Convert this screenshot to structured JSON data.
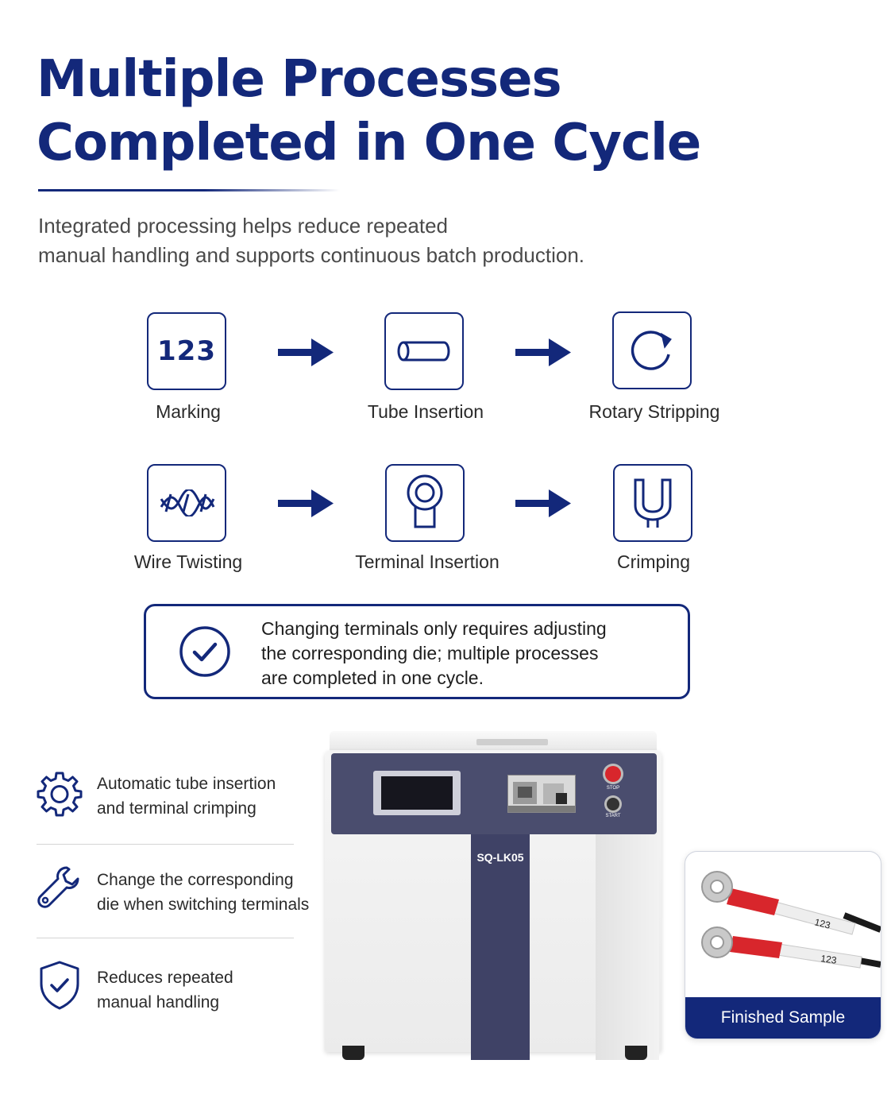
{
  "header": {
    "title_line1": "Multiple Processes",
    "title_line2": "Completed in One Cycle",
    "subtitle_line1": "Integrated processing helps reduce repeated",
    "subtitle_line2": "manual handling and supports continuous batch production."
  },
  "steps": [
    {
      "label": "Marking",
      "icon": "marking-123-icon",
      "glyph": "123"
    },
    {
      "label": "Tube Insertion",
      "icon": "tube-icon"
    },
    {
      "label": "Rotary Stripping",
      "icon": "rotate-icon"
    },
    {
      "label": "Wire Twisting",
      "icon": "twist-icon"
    },
    {
      "label": "Terminal Insertion",
      "icon": "ring-terminal-icon"
    },
    {
      "label": "Crimping",
      "icon": "crimp-icon"
    }
  ],
  "note": {
    "icon": "check-circle-icon",
    "line1": "Changing terminals only requires adjusting",
    "line2": "the corresponding die; multiple processes",
    "line3": "are completed in one cycle."
  },
  "features": [
    {
      "icon": "gear-icon",
      "line1": "Automatic tube insertion",
      "line2": "and terminal crimping"
    },
    {
      "icon": "wrench-icon",
      "line1": "Change the corresponding",
      "line2": "die when switching terminals"
    },
    {
      "icon": "shield-check-icon",
      "line1": "Reduces repeated",
      "line2": "manual handling"
    }
  ],
  "machine": {
    "model": "SQ-LK05",
    "stop_label": "STOP",
    "start_label": "START"
  },
  "sample": {
    "label": "Finished Sample",
    "wire_marks": [
      "123",
      "123"
    ]
  },
  "colors": {
    "brand_navy": "#13287a",
    "machine_panel": "#4a4d6e",
    "terminal_red": "#d8262c"
  }
}
